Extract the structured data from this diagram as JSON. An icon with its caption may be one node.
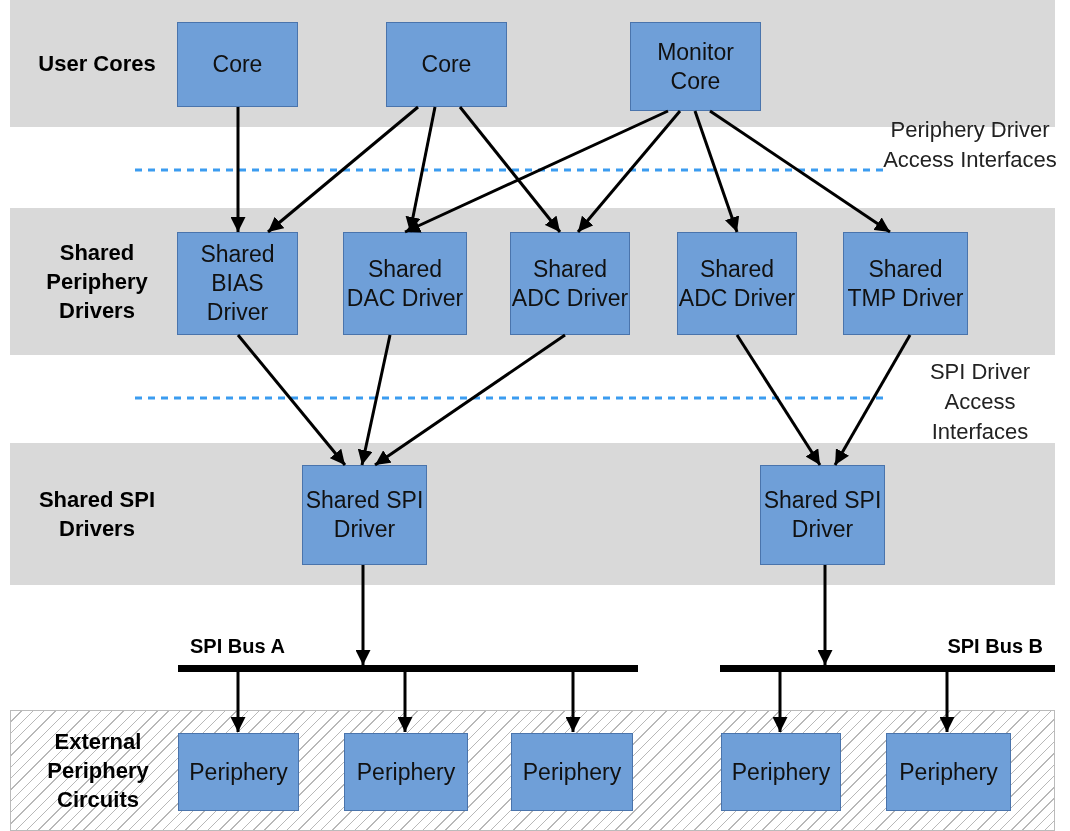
{
  "diagram": {
    "nodes": [
      {
        "text": [
          "User Cores"
        ]
      },
      {
        "text": [
          "Core"
        ],
        "in": 0
      },
      {
        "text": [
          "Core"
        ],
        "in": 0
      },
      {
        "text": [
          "Monitor Core"
        ],
        "in": 0
      },
      {
        "text": [
          "Shared Periphery Drivers"
        ]
      },
      {
        "text": [
          "Shared BIAS Driver"
        ],
        "in": 4
      },
      {
        "text": [
          "Shared DAC Driver"
        ],
        "in": 4
      },
      {
        "text": [
          "Shared ADC Driver"
        ],
        "in": 4
      },
      {
        "text": [
          "Shared ADC Driver"
        ],
        "in": 4
      },
      {
        "text": [
          "Shared TMP Driver"
        ],
        "in": 4
      },
      {
        "text": [
          "Shared SPI Drivers"
        ]
      },
      {
        "text": [
          "Shared SPI Driver"
        ],
        "in": 10
      },
      {
        "text": [
          "Shared SPI Driver"
        ],
        "in": 10
      },
      {
        "text": [
          "SPI Bus A"
        ]
      },
      {
        "text": [
          "SPI Bus B"
        ]
      },
      {
        "text": [
          "External Periphery Circuits"
        ]
      },
      {
        "text": [
          "Periphery"
        ],
        "in": 15
      },
      {
        "text": [
          "Periphery"
        ],
        "in": 15
      },
      {
        "text": [
          "Periphery"
        ],
        "in": 15
      },
      {
        "text": [
          "Periphery"
        ],
        "in": 15
      },
      {
        "text": [
          "Periphery"
        ],
        "in": 15
      }
    ],
    "edges": [
      {
        "from": 1,
        "to": 5,
        "arrow": "to"
      },
      {
        "from": 2,
        "to": 5,
        "arrow": "to"
      },
      {
        "from": 2,
        "to": 6,
        "arrow": "to"
      },
      {
        "from": 2,
        "to": 7,
        "arrow": "to"
      },
      {
        "from": 3,
        "to": 6,
        "arrow": "to"
      },
      {
        "from": 3,
        "to": 7,
        "arrow": "to"
      },
      {
        "from": 3,
        "to": 8,
        "arrow": "to"
      },
      {
        "from": 3,
        "to": 9,
        "arrow": "to"
      },
      {
        "from": 5,
        "to": 11,
        "arrow": "to"
      },
      {
        "from": 6,
        "to": 11,
        "arrow": "to"
      },
      {
        "from": 7,
        "to": 11,
        "arrow": "to"
      },
      {
        "from": 8,
        "to": 12,
        "arrow": "to"
      },
      {
        "from": 9,
        "to": 12,
        "arrow": "to"
      },
      {
        "from": 11,
        "to": 13,
        "arrow": "to"
      },
      {
        "from": 12,
        "to": 14,
        "arrow": "to"
      },
      {
        "from": 13,
        "to": 16,
        "arrow": "to"
      },
      {
        "from": 13,
        "to": 17,
        "arrow": "to"
      },
      {
        "from": 13,
        "to": 18,
        "arrow": "to"
      },
      {
        "from": 14,
        "to": 19,
        "arrow": "to"
      },
      {
        "from": 14,
        "to": 20,
        "arrow": "to"
      }
    ],
    "labels": [
      "Periphery Driver Access Interfaces",
      "SPI Driver Access Interfaces"
    ]
  }
}
